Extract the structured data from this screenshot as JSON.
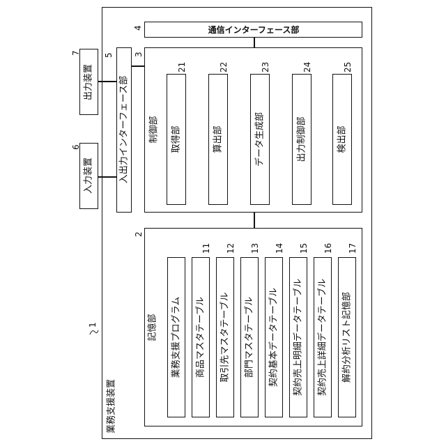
{
  "device": {
    "ref": "1",
    "label": "業務支援装置"
  },
  "input_device": {
    "ref": "6",
    "label": "入力装置"
  },
  "output_device": {
    "ref": "7",
    "label": "出力装置"
  },
  "io_interface": {
    "ref": "5",
    "label": "入出力インターフェース部"
  },
  "comm_interface": {
    "ref": "4",
    "label": "通信インターフェース部"
  },
  "control": {
    "ref": "3",
    "label": "制御部",
    "units": [
      {
        "ref": "21",
        "label": "取得部"
      },
      {
        "ref": "22",
        "label": "算出部"
      },
      {
        "ref": "23",
        "label": "データ生成部"
      },
      {
        "ref": "24",
        "label": "出力制御部"
      },
      {
        "ref": "25",
        "label": "検出部"
      }
    ]
  },
  "storage": {
    "ref": "2",
    "label": "記憶部",
    "items": [
      {
        "ref": "",
        "label": "業務支援プログラム"
      },
      {
        "ref": "11",
        "label": "商品マスタテーブル"
      },
      {
        "ref": "12",
        "label": "取引先マスタテーブル"
      },
      {
        "ref": "13",
        "label": "部門マスタテーブル"
      },
      {
        "ref": "14",
        "label": "契約基本データテーブル"
      },
      {
        "ref": "15",
        "label": "契約売上明細データテーブル"
      },
      {
        "ref": "16",
        "label": "契約売上詳細データテーブル"
      },
      {
        "ref": "17",
        "label": "解約分析リスト記憶部"
      }
    ]
  }
}
